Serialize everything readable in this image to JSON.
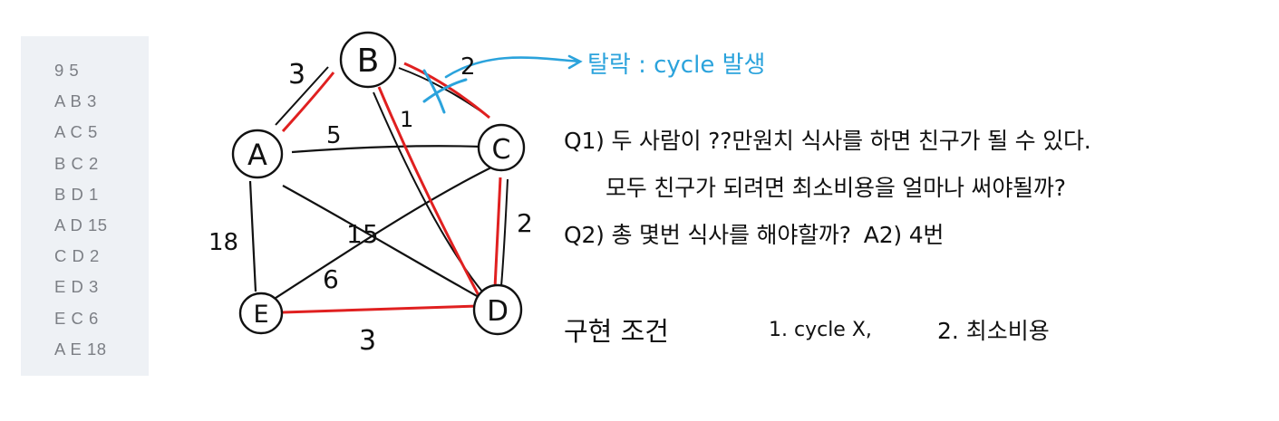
{
  "input_lines": [
    "9 5",
    "A B 3",
    "A C 5",
    "B C 2",
    "B D 1",
    "A D 15",
    "C D 2",
    "E D 3",
    "E C 6",
    "A E 18"
  ],
  "diagram": {
    "nodes": [
      {
        "id": "A",
        "label": "A"
      },
      {
        "id": "B",
        "label": "B"
      },
      {
        "id": "C",
        "label": "C"
      },
      {
        "id": "D",
        "label": "D"
      },
      {
        "id": "E",
        "label": "E"
      }
    ],
    "edges": [
      {
        "id": "AB",
        "weight_label": "3",
        "selected": true
      },
      {
        "id": "AC",
        "weight_label": "5",
        "selected": false
      },
      {
        "id": "BC",
        "weight_label": "2",
        "selected": false,
        "rejected": true
      },
      {
        "id": "BD",
        "weight_label": "1",
        "selected": true
      },
      {
        "id": "AD",
        "weight_label": "15",
        "selected": false
      },
      {
        "id": "CD",
        "weight_label": "2",
        "selected": true
      },
      {
        "id": "ED",
        "weight_label": "3",
        "selected": true
      },
      {
        "id": "EC",
        "weight_label": "6",
        "selected": false
      },
      {
        "id": "AE",
        "weight_label": "18",
        "selected": false
      }
    ],
    "annotation": "탈락 : cycle 발생",
    "colors": {
      "selected": "#e02020",
      "normal": "#111111",
      "annotation": "#2ba3dc"
    }
  },
  "questions": {
    "q1_line1": "Q1) 두 사람이 ??만원치 식사를 하면 친구가 될 수 있다.",
    "q1_line2": "모두 친구가 되려면 최소비용을 얼마나 써야될까?",
    "q2": "Q2) 총 몇번 식사를 해야할까?",
    "a2": "A2) 4번"
  },
  "conditions": {
    "title": "구현 조건",
    "item1": "1. cycle X,",
    "item2": "2. 최소비용"
  }
}
